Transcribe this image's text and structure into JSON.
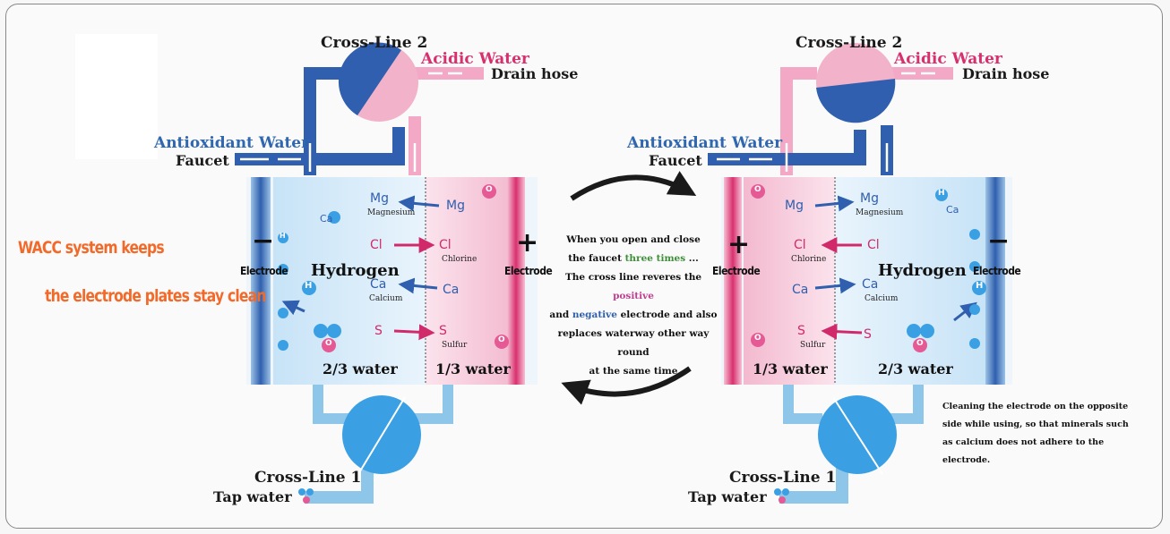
{
  "left_panel": {
    "cross_line_2": "Cross-Line 2",
    "acidic_water": "Acidic Water",
    "drain_hose": "Drain hose",
    "antioxidant_water": "Antioxidant Water",
    "faucet": "Faucet",
    "electrode_left": "Electrode",
    "electrode_right": "Electrode",
    "hydrogen": "Hydrogen",
    "water_left": "2/3 water",
    "water_right": "1/3 water",
    "cross_line_1": "Cross-Line 1",
    "tap_water": "Tap water",
    "ions": {
      "mg_left": "Mg",
      "mg_right": "Mg",
      "mg_name": "Magnesium",
      "cl_left": "Cl",
      "cl_right": "Cl",
      "cl_name": "Chlorine",
      "ca_left": "Ca",
      "ca_right": "Ca",
      "ca_name": "Calcium",
      "s_left": "S",
      "s_right": "S",
      "s_name": "Sulfur",
      "ca_small": "Ca"
    }
  },
  "right_panel": {
    "cross_line_2": "Cross-Line 2",
    "acidic_water": "Acidic Water",
    "drain_hose": "Drain hose",
    "antioxidant_water": "Antioxidant Water",
    "faucet": "Faucet",
    "electrode_left": "Electrode",
    "electrode_right": "Electrode",
    "hydrogen": "Hydrogen",
    "water_left": "1/3 water",
    "water_right": "2/3 water",
    "cross_line_1": "Cross-Line 1",
    "tap_water": "Tap water",
    "ions": {
      "mg_left": "Mg",
      "mg_right": "Mg",
      "mg_name": "Magnesium",
      "cl_left": "Cl",
      "cl_right": "Cl",
      "cl_name": "Chlorine",
      "ca_left": "Ca",
      "ca_right": "Ca",
      "ca_name": "Calcium",
      "s_left": "S",
      "s_right": "S",
      "s_name": "Sulfur",
      "ca_small": "Ca"
    }
  },
  "wacc": {
    "line1": "WACC system keeps",
    "line2": "the electrode plates stay clean"
  },
  "center": {
    "l1a": "When you open and close",
    "l2a": "the faucet ",
    "l2b": "three times",
    "l2c": " ...",
    "l3a": "The cross line reveres the ",
    "l3b": "positive",
    "l4a": "and ",
    "l4b": "negative",
    "l4c": " electrode and also",
    "l5": "replaces waterway other way round",
    "l6": "at the same time"
  },
  "note": {
    "line1": "Cleaning the electrode on the opposite",
    "line2": "side while using, so that minerals such",
    "line3": "as calcium does not adhere to the electrode."
  },
  "symbols": {
    "minus": "−",
    "plus": "+",
    "H": "H",
    "O": "O"
  },
  "colors": {
    "blue": "#2f5fae",
    "pink": "#e05a8e",
    "orange": "#f26a2a",
    "green": "#3f8f3a"
  }
}
